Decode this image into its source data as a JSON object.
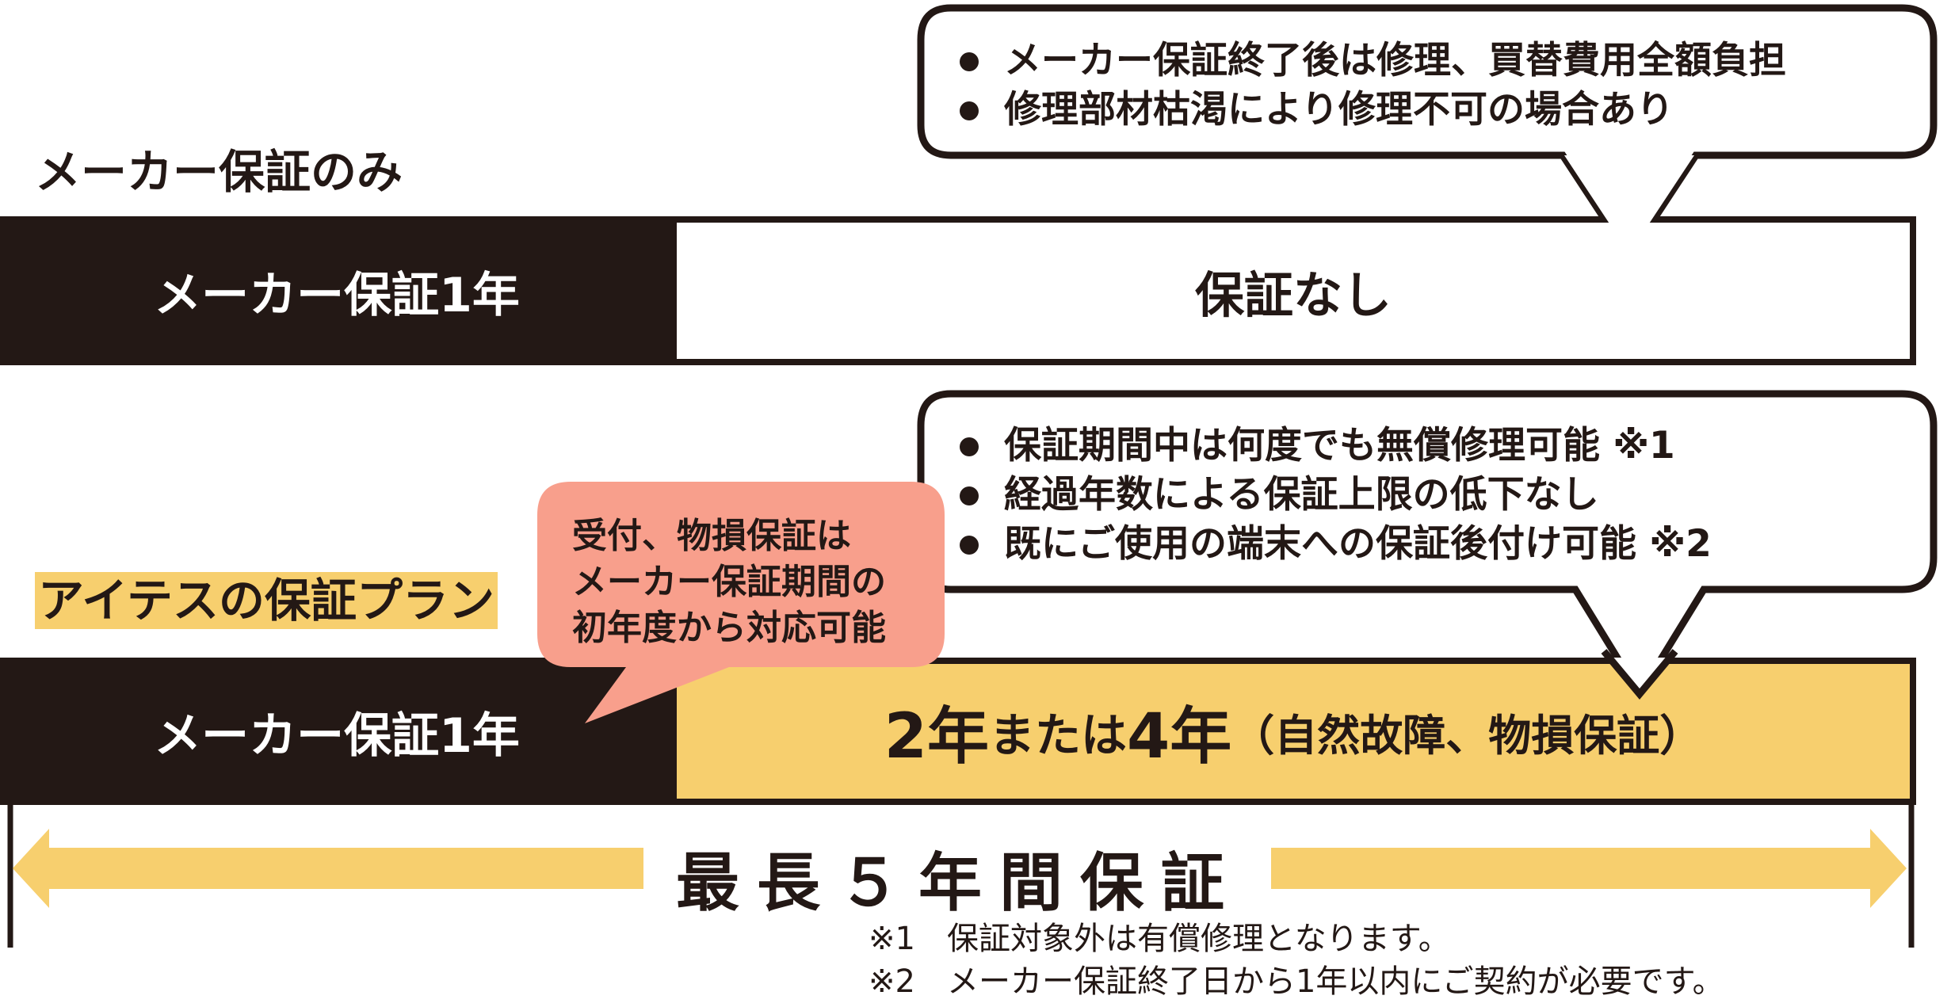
{
  "colors": {
    "black": "#231815",
    "yellow": "#f7cf6e",
    "pink": "#f89f8c"
  },
  "maker_only": {
    "heading": "メーカー保証のみ",
    "maker_cell": "メーカー保証1年",
    "after_cell": "保証なし",
    "bubble_points": [
      "メーカー保証終了後は修理、買替費用全額負担",
      "修理部材枯渇により修理不可の場合あり"
    ]
  },
  "aites_plan": {
    "heading": "アイテスの保証プラン",
    "maker_cell": "メーカー保証1年",
    "after_cell_years": "2年",
    "after_cell_or": "または",
    "after_cell_years2": "4年",
    "after_cell_detail": "（自然故障、物損保証）",
    "pink_bubble_lines": [
      "受付、物損保証は",
      "メーカー保証期間の",
      "初年度から対応可能"
    ],
    "bubble_points": [
      "保証期間中は何度でも無償修理可能 ※1",
      "経過年数による保証上限の低下なし",
      "既にご使用の端末への保証後付け可能 ※2"
    ]
  },
  "total": {
    "label": "最長５年間保証"
  },
  "footnotes": [
    "※1　保証対象外は有償修理となります。",
    "※2　メーカー保証終了日から1年以内にご契約が必要です。"
  ]
}
